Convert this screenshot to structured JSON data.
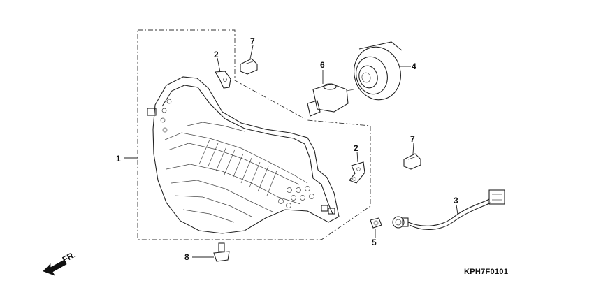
{
  "diagram_code": "KPH7F0101",
  "direction_label": "FR.",
  "callouts": {
    "c1": "1",
    "c2a": "2",
    "c2b": "2",
    "c3": "3",
    "c4": "4",
    "c5": "5",
    "c6": "6",
    "c7a": "7",
    "c7b": "7",
    "c8": "8"
  }
}
